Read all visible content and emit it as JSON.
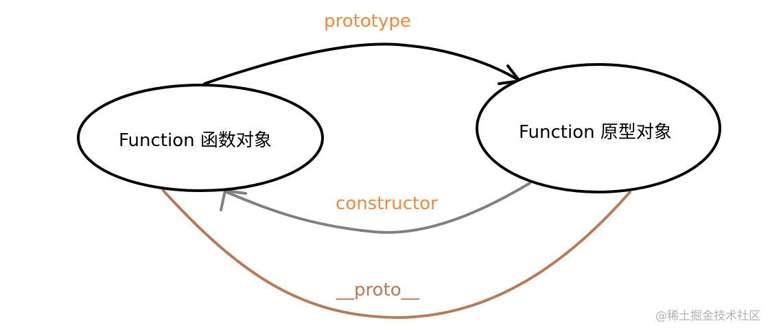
{
  "nodes": {
    "function_object": {
      "label": "Function 函数对象"
    },
    "prototype_object": {
      "label": "Function 原型对象"
    }
  },
  "edges": {
    "prototype": {
      "label": "prototype",
      "color": "#f08a3c"
    },
    "constructor": {
      "label": "constructor",
      "color": "#f08a3c",
      "line_color": "#808080"
    },
    "proto": {
      "label": "__proto__",
      "color": "#b97a57"
    }
  },
  "watermark": "@稀土掘金技术社区"
}
